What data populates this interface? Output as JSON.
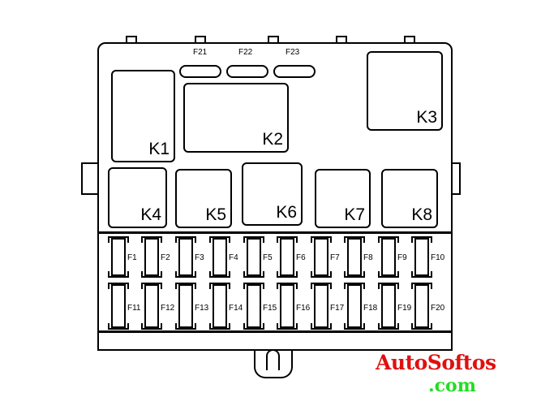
{
  "relays": [
    {
      "label": "K1"
    },
    {
      "label": "K2"
    },
    {
      "label": "K3"
    },
    {
      "label": "K4"
    },
    {
      "label": "K5"
    },
    {
      "label": "K6"
    },
    {
      "label": "K7"
    },
    {
      "label": "K8"
    }
  ],
  "mini_fuses": [
    {
      "label": "F21"
    },
    {
      "label": "F22"
    },
    {
      "label": "F23"
    }
  ],
  "fuses_top": [
    "F1",
    "F2",
    "F3",
    "F4",
    "F5",
    "F6",
    "F7",
    "F8",
    "F9",
    "F10"
  ],
  "fuses_bottom": [
    "F11",
    "F12",
    "F13",
    "F14",
    "F15",
    "F16",
    "F17",
    "F18",
    "F19",
    "F20"
  ],
  "watermark": {
    "line1": "AutoSoftos",
    "line2": ".com",
    "color1": "#e01010",
    "color2": "#22dd22"
  }
}
